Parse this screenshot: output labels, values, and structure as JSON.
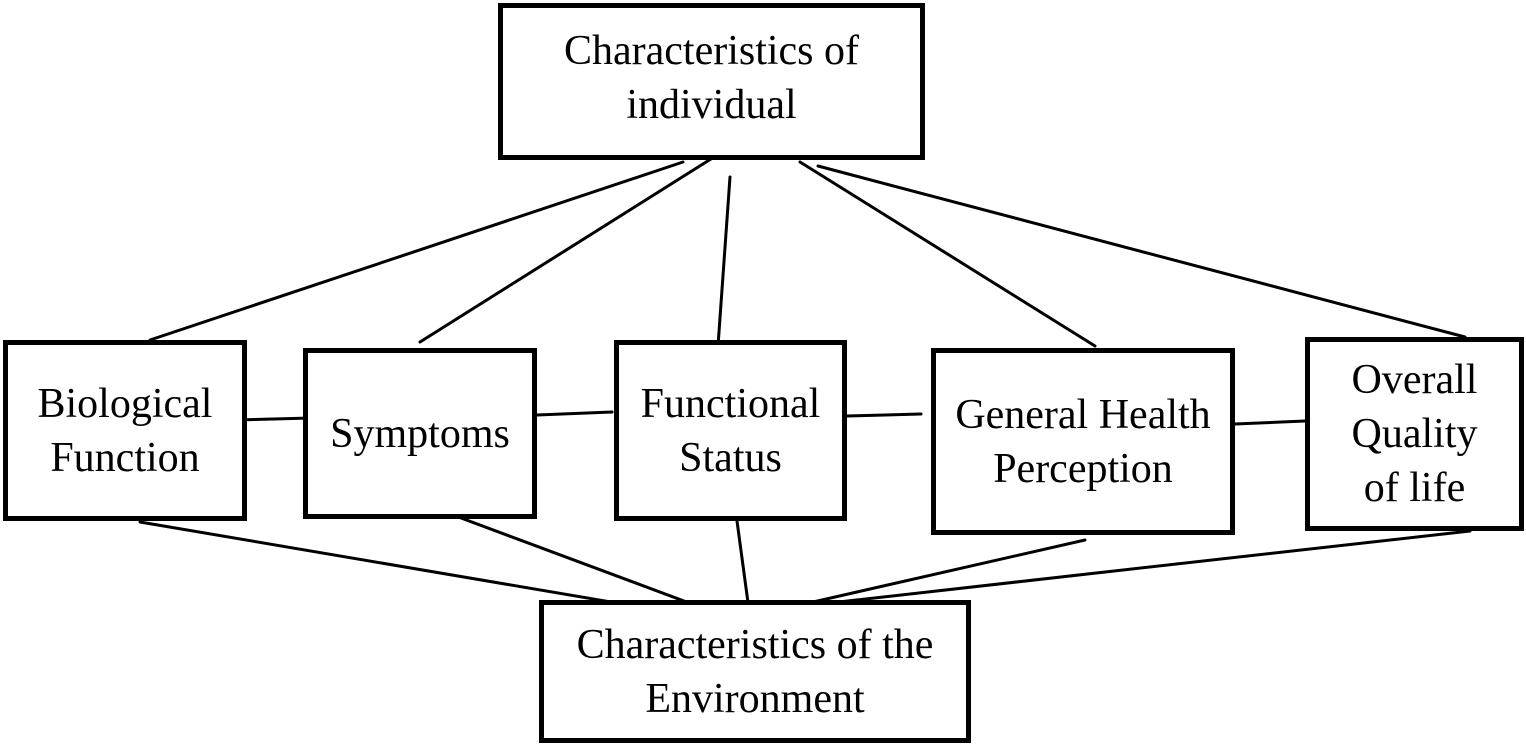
{
  "diagram": {
    "nodes": {
      "individual": "Characteristics of\nindividual",
      "biological": "Biological\nFunction",
      "symptoms": "Symptoms",
      "functional": "Functional\nStatus",
      "general_health": "General Health\nPerception",
      "quality_of_life": "Overall\nQuality\nof life",
      "environment": "Characteristics of the\nEnvironment"
    },
    "connections": [
      [
        "individual",
        "biological"
      ],
      [
        "individual",
        "symptoms"
      ],
      [
        "individual",
        "functional"
      ],
      [
        "individual",
        "general_health"
      ],
      [
        "individual",
        "quality_of_life"
      ],
      [
        "biological",
        "symptoms"
      ],
      [
        "symptoms",
        "functional"
      ],
      [
        "functional",
        "general_health"
      ],
      [
        "general_health",
        "quality_of_life"
      ],
      [
        "biological",
        "environment"
      ],
      [
        "symptoms",
        "environment"
      ],
      [
        "functional",
        "environment"
      ],
      [
        "general_health",
        "environment"
      ],
      [
        "quality_of_life",
        "environment"
      ]
    ]
  }
}
